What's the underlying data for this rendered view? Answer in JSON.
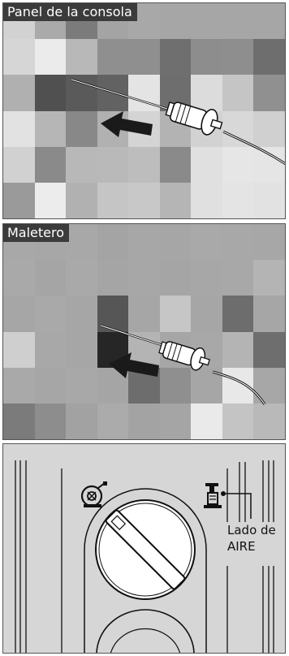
{
  "panels": [
    {
      "label": "Panel de la consola",
      "mosaic": [
        "#d2d2d2",
        "#aaaaaa",
        "#7b7b7b",
        "#a4a4a4",
        "#a8a8a8",
        "#a6a6a6",
        "#a6a6a6",
        "#a6a6a6",
        "#a6a6a6",
        "#d6d6d6",
        "#ebebeb",
        "#b8b8b8",
        "#8f8f8f",
        "#8f8f8f",
        "#6f6f6f",
        "#8d8d8d",
        "#8e8e8e",
        "#6e6e6e",
        "#b0b0b0",
        "#505050",
        "#5a5a5a",
        "#626262",
        "#e4e4e4",
        "#6e6e6e",
        "#dcdcdc",
        "#c5c5c5",
        "#909090",
        "#e2e2e2",
        "#b6b6b6",
        "#888888",
        "#b1b1b1",
        "#d4d4d4",
        "#b3b3b3",
        "#d2d2d2",
        "#d8d8d8",
        "#d0d0d0",
        "#d1d1d1",
        "#8a8a8a",
        "#b8b8b8",
        "#b9b9b9",
        "#bdbdbd",
        "#8a8a8a",
        "#e0e0e0",
        "#e6e6e6",
        "#e5e5e5",
        "#9a9a9a",
        "#ececec",
        "#b1b1b1",
        "#c5c5c5",
        "#c8c8c8",
        "#b5b5b5",
        "#e0e0e0",
        "#e4e4e4",
        "#e2e2e2"
      ]
    },
    {
      "label": "Maletero",
      "mosaic": [
        "#a8a8a8",
        "#a7a7a7",
        "#a8a8a8",
        "#a4a4a4",
        "#a7a7a7",
        "#a6a6a6",
        "#a9a9a9",
        "#a8a8a8",
        "#a7a7a7",
        "#a9a9a9",
        "#a5a5a5",
        "#a9a9a9",
        "#a5a5a5",
        "#a7a7a7",
        "#a5a5a5",
        "#a7a7a7",
        "#a8a8a8",
        "#b4b4b4",
        "#a6a6a6",
        "#a9a9a9",
        "#a6a6a6",
        "#565656",
        "#a6a6a6",
        "#c6c6c6",
        "#a6a6a6",
        "#6d6d6d",
        "#a6a6a6",
        "#cfcfcf",
        "#a8a8a8",
        "#a6a6a6",
        "#262626",
        "#b4b4b4",
        "#a6a6a6",
        "#a8a8a8",
        "#b4b4b4",
        "#6e6e6e",
        "#a9a9a9",
        "#a6a6a6",
        "#a8a8a8",
        "#a5a5a5",
        "#6d6d6d",
        "#8f8f8f",
        "#a6a6a6",
        "#e8e8e8",
        "#a7a7a7",
        "#7b7b7b",
        "#8d8d8d",
        "#a2a2a2",
        "#ababab",
        "#a3a3a3",
        "#a5a5a5",
        "#eaeaea",
        "#c4c4c4",
        "#b9b9b9"
      ]
    }
  ],
  "compressor": {
    "air_side_label_line1": "Lado de",
    "air_side_label_line2": "AIRE",
    "icons": [
      "sealant-bottle-icon",
      "air-pump-icon"
    ]
  }
}
